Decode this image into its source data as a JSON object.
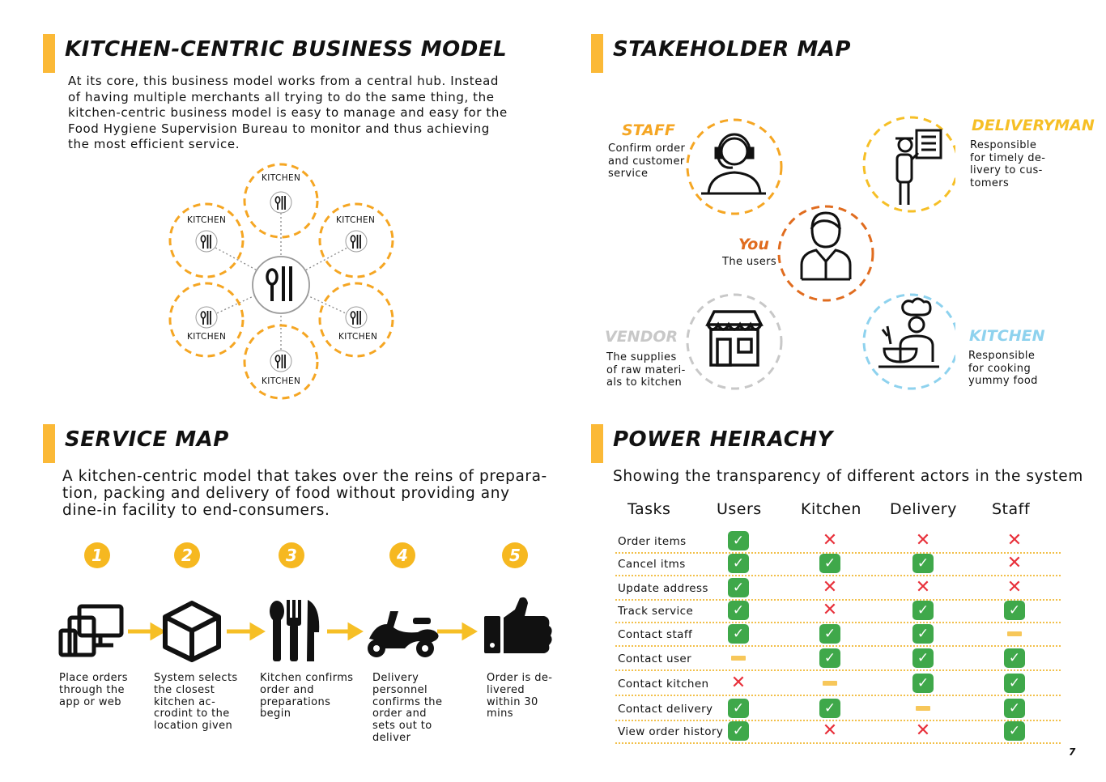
{
  "sections": {
    "kitchen_model": {
      "title": "KITCHEN-CENTRIC BUSINESS MODEL",
      "lines": [
        "At its core, this business model works from a central hub. Instead",
        "of having multiple merchants all trying to do the same thing, the",
        "kitchen-centric business model is easy to manage and easy for the",
        "Food Hygiene Supervision Bureau to monitor and thus achieving",
        "the most efficient service."
      ],
      "kitchen_label": "KITCHEN"
    },
    "stakeholder": {
      "title": "STAKEHOLDER MAP",
      "staff": {
        "name": "STAFF",
        "lines": [
          "Confirm order",
          "and customer",
          "service"
        ],
        "color": "#f5a623"
      },
      "deliveryman": {
        "name": "DELIVERYMAN",
        "lines": [
          "Responsible",
          "for timely de-",
          "livery to cus-",
          "tomers"
        ],
        "color": "#f6bf26"
      },
      "you": {
        "name": "You",
        "lines": [
          "The users"
        ],
        "color": "#e06c1f"
      },
      "vendor": {
        "name": "VENDOR",
        "lines": [
          "The supplies",
          "of raw materi-",
          "als to kitchen"
        ],
        "color": "#c8c8c8"
      },
      "kitchen": {
        "name": "KITCHEN",
        "lines": [
          "Responsible",
          "for cooking",
          "yummy food"
        ],
        "color": "#8ed2ee"
      }
    },
    "service_map": {
      "title": "SERVICE MAP",
      "lines": [
        "A kitchen-centric model that takes over the reins of prepara-",
        "tion, packing and delivery of food without providing any",
        "dine-in facility to end-consumers."
      ],
      "steps": [
        {
          "num": "1",
          "lines": [
            "Place orders",
            "through the",
            "app or web"
          ]
        },
        {
          "num": "2",
          "lines": [
            "System selects",
            "the closest",
            "kitchen ac-",
            "crodint to the",
            "location given"
          ]
        },
        {
          "num": "3",
          "lines": [
            "Kitchen confirms",
            "order and",
            "preparations",
            "begin"
          ]
        },
        {
          "num": "4",
          "lines": [
            "Delivery",
            "personnel",
            "confirms the",
            "order and",
            "sets out to",
            "deliver"
          ]
        },
        {
          "num": "5",
          "lines": [
            "Order is de-",
            "livered",
            "within  30",
            "mins"
          ]
        }
      ]
    },
    "power": {
      "title": "POWER HEIRACHY",
      "subtitle": "Showing the transparency of different actors in the system",
      "headers": [
        "Tasks",
        "Users",
        "Kitchen",
        "Delivery",
        "Staff"
      ],
      "rows": [
        {
          "task": "Order items",
          "cells": [
            "check",
            "cross",
            "cross",
            "cross"
          ]
        },
        {
          "task": "Cancel itms",
          "cells": [
            "check",
            "check",
            "check",
            "cross"
          ]
        },
        {
          "task": "Update address",
          "cells": [
            "check",
            "cross",
            "cross",
            "cross"
          ]
        },
        {
          "task": "Track service",
          "cells": [
            "check",
            "cross",
            "check",
            "check"
          ]
        },
        {
          "task": "Contact staff",
          "cells": [
            "check",
            "check",
            "check",
            "dash"
          ]
        },
        {
          "task": "Contact user",
          "cells": [
            "dash",
            "check",
            "check",
            "check"
          ]
        },
        {
          "task": "Contact kitchen",
          "cells": [
            "cross",
            "dash",
            "check",
            "check"
          ]
        },
        {
          "task": "Contact delivery",
          "cells": [
            "check",
            "check",
            "dash",
            "check"
          ]
        },
        {
          "task": "View order history",
          "cells": [
            "check",
            "cross",
            "cross",
            "check"
          ]
        }
      ],
      "symbols": {
        "check": "✓",
        "cross": "✕"
      }
    }
  },
  "page_number": "7",
  "colors": {
    "accent": "#fbb937",
    "hub_orange": "#f5a623",
    "check": "#3fa84a",
    "cross": "#e8303a"
  }
}
